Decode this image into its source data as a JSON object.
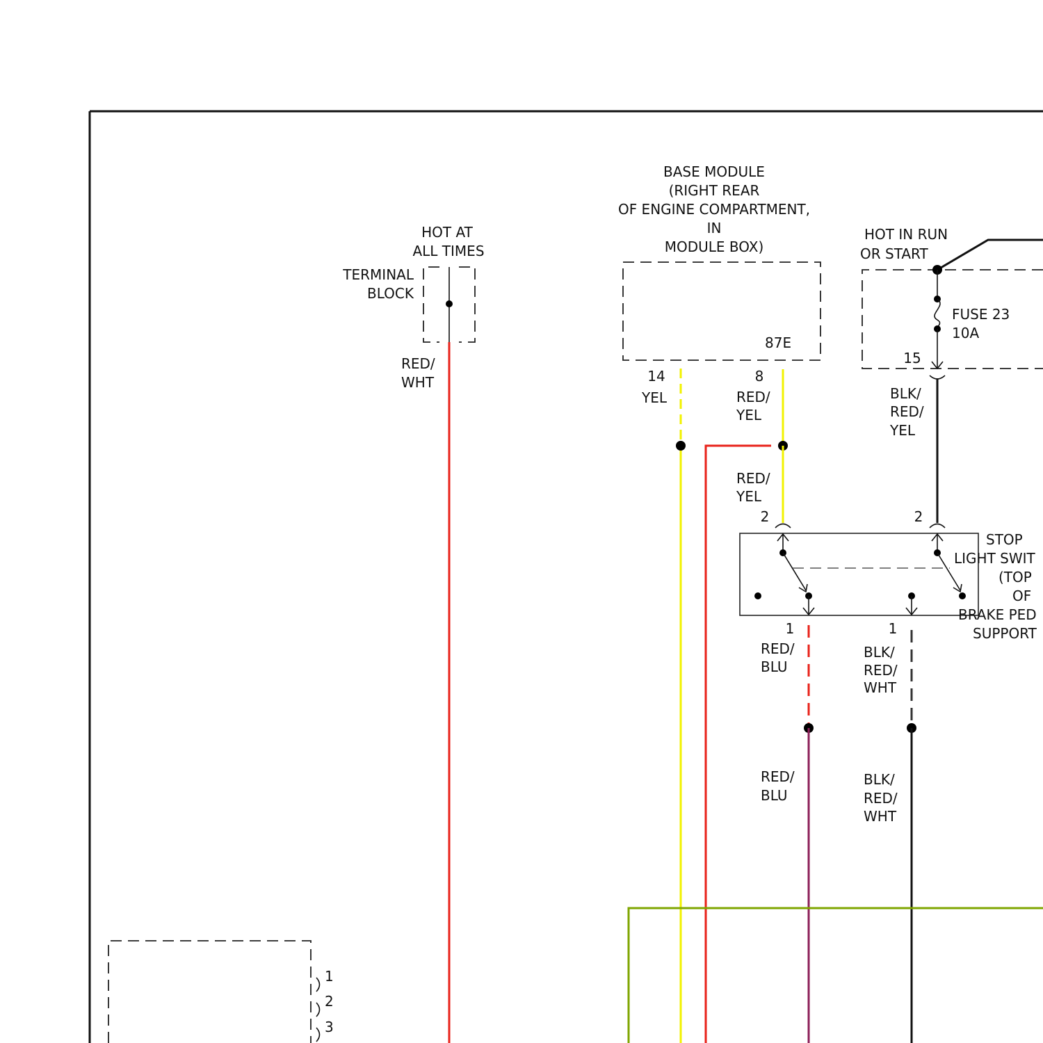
{
  "terminal_block": {
    "hot_line1": "HOT AT",
    "hot_line2": "ALL TIMES",
    "name_line1": "TERMINAL",
    "name_line2": "BLOCK",
    "wire_line1": "RED/",
    "wire_line2": "WHT"
  },
  "base_module": {
    "line1": "BASE MODULE",
    "line2": "(RIGHT REAR",
    "line3": "OF ENGINE COMPARTMENT,",
    "line4": "IN",
    "line5": "MODULE BOX)",
    "pin_87e": "87E",
    "pin_14": "14",
    "pin_8": "8",
    "wire_14": "YEL",
    "wire_8_line1": "RED/",
    "wire_8_line2": "YEL"
  },
  "fuse": {
    "hot_line1": "HOT IN RUN",
    "hot_line2": "OR START",
    "name": "FUSE 23",
    "rating": "10A",
    "pin": "15",
    "wire_line1": "BLK/",
    "wire_line2": "RED/",
    "wire_line3": "YEL"
  },
  "splice_wire": {
    "line1": "RED/",
    "line2": "YEL"
  },
  "stop_light_switch": {
    "line1": "STOP",
    "line2": "LIGHT SWIT",
    "line3": "(TOP",
    "line4": "OF",
    "line5": "BRAKE PED",
    "line6": "SUPPORT",
    "pin_left_top": "2",
    "pin_right_top": "2",
    "pin_left_bottom": "1",
    "pin_right_bottom": "1"
  },
  "lower_wires": {
    "left_upper_line1": "RED/",
    "left_upper_line2": "BLU",
    "right_upper_line1": "BLK/",
    "right_upper_line2": "RED/",
    "right_upper_line3": "WHT",
    "left_lower_line1": "RED/",
    "left_lower_line2": "BLU",
    "right_lower_line1": "BLK/",
    "right_lower_line2": "RED/",
    "right_lower_line3": "WHT"
  },
  "bottom_connector": {
    "pin1": "1",
    "pin2": "2",
    "pin3": "3"
  },
  "colors": {
    "red": "#e8221a",
    "yellow": "#f2f200",
    "dark_red": "#b0121a",
    "purple": "#8c1f58",
    "black": "#111111",
    "green": "#7fa600"
  }
}
